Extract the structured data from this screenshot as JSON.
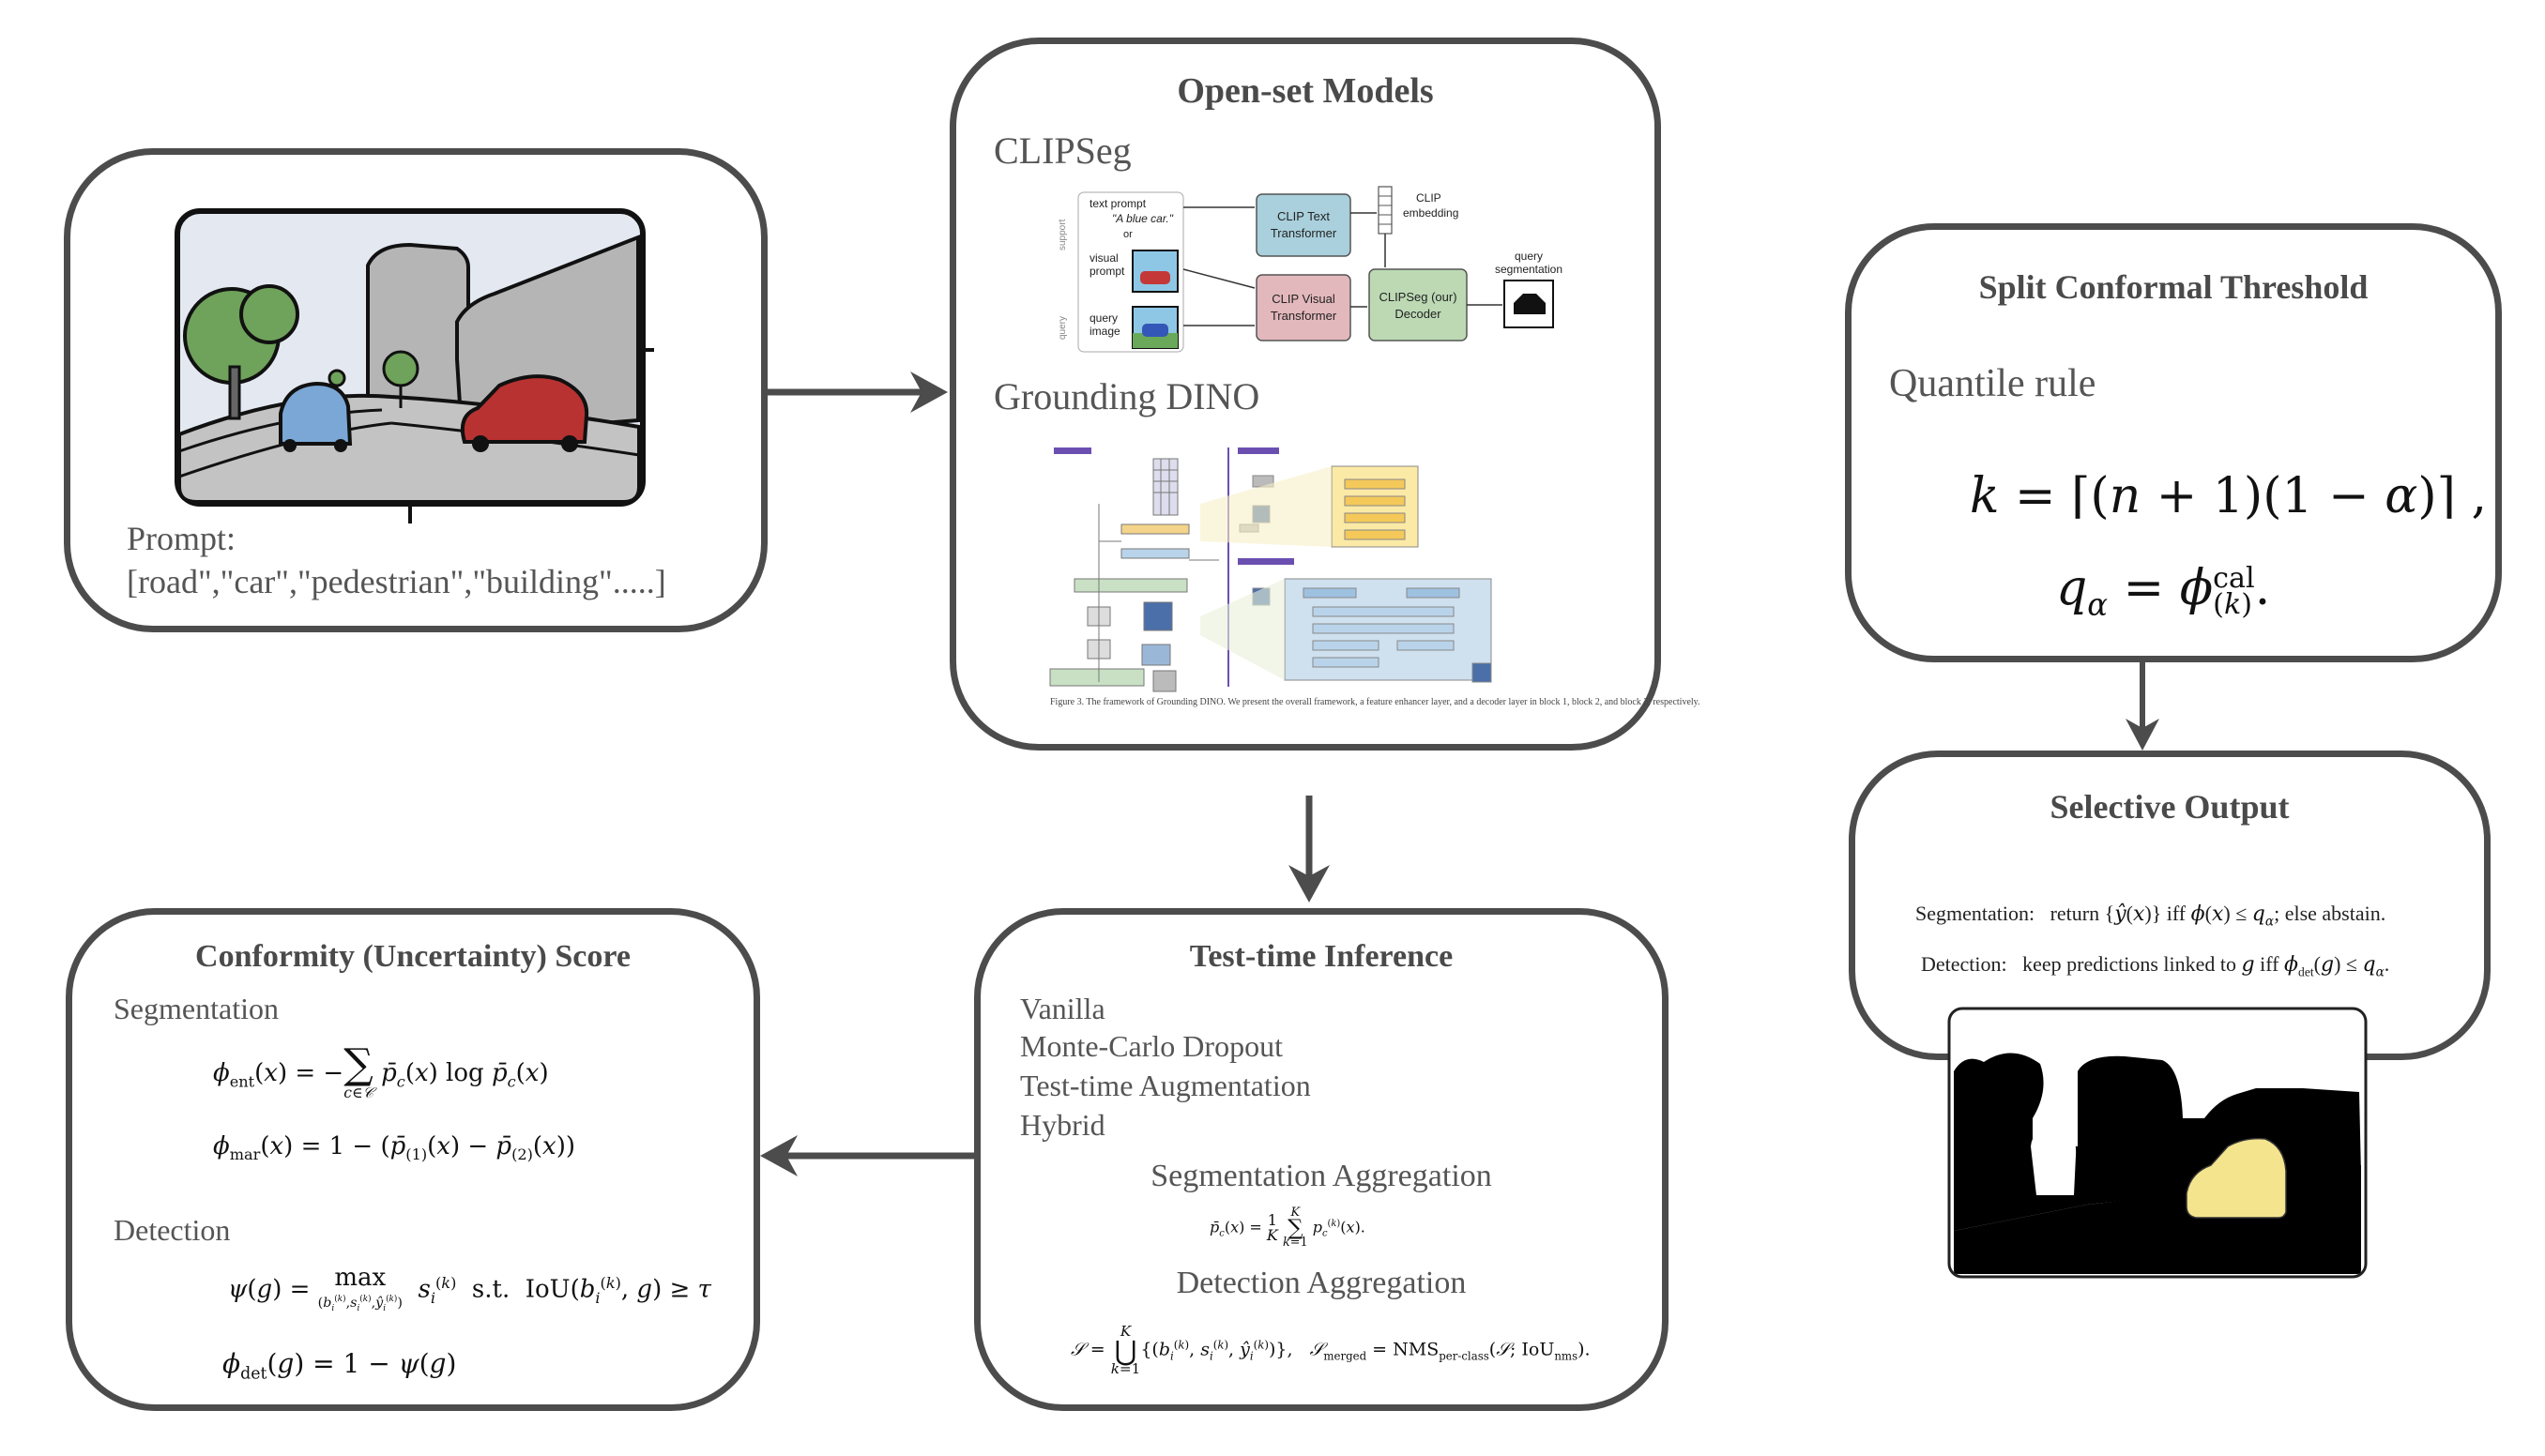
{
  "colors": {
    "border": "#4c4c4c",
    "arrow": "#4c4c4c",
    "car_blue": "#7aa7d6",
    "car_red": "#b83232",
    "tree": "#6fa25a",
    "mask_car": "#f4e48e"
  },
  "input_box": {
    "prompt_label": "Prompt:",
    "prompt_classes": "[road\",\"car\",\"pedestrian\",\"building\".....]"
  },
  "open_set": {
    "title": "Open-set Models",
    "clipseg_label": "CLIPSeg",
    "grounding_label": "Grounding DINO",
    "clipseg_fig": {
      "text_prompt": "text prompt",
      "text_example": "\"A blue car.\"",
      "or": "or",
      "visual_prompt_1": "visual",
      "visual_prompt_2": "prompt",
      "query_image_1": "query",
      "query_image_2": "image",
      "support": "support",
      "query": "query",
      "clip_text_1": "CLIP Text",
      "clip_text_2": "Transformer",
      "clip_visual_1": "CLIP Visual",
      "clip_visual_2": "Transformer",
      "clipseg_dec_1": "CLIPSeg (our)",
      "clipseg_dec_2": "Decoder",
      "clip_emb_1": "CLIP",
      "clip_emb_2": "embedding",
      "query_seg_1": "query",
      "query_seg_2": "segmentation"
    },
    "gdino_caption": "Figure 3. The framework of Grounding DINO. We present the overall framework, a feature enhancer layer, and a decoder layer in block 1, block 2, and block 3, respectively."
  },
  "conformal": {
    "title": "Split Conformal Threshold",
    "rule_label": "Quantile rule"
  },
  "selective": {
    "title": "Selective Output",
    "seg_label": "Segmentation:",
    "seg_text_1": "return {",
    "seg_text_2": "} iff ",
    "seg_text_3": "; else abstain.",
    "det_label": "Detection:",
    "det_text_1": "keep predictions linked to ",
    "det_text_2": " iff "
  },
  "inference": {
    "title": "Test-time Inference",
    "methods": [
      "Vanilla",
      "Monte-Carlo Dropout",
      "Test-time Augmentation",
      "Hybrid"
    ],
    "seg_agg": "Segmentation Aggregation",
    "det_agg": "Detection Aggregation"
  },
  "score": {
    "title": "Conformity (Uncertainty) Score",
    "seg_label": "Segmentation",
    "det_label": "Detection"
  }
}
